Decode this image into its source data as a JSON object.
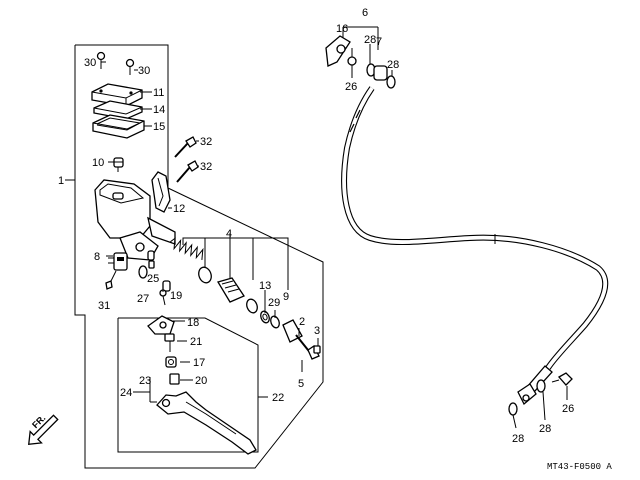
{
  "diagram": {
    "code": "MT43-F0500 A",
    "front_label": "FR.",
    "callouts": {
      "c1": "1",
      "c2": "2",
      "c3": "3",
      "c4": "4",
      "c5": "5",
      "c6": "6",
      "c7": "7",
      "c8": "8",
      "c9": "9",
      "c10": "10",
      "c11": "11",
      "c12": "12",
      "c13": "13",
      "c14": "14",
      "c15": "15",
      "c16": "16",
      "c17": "17",
      "c18": "18",
      "c19": "19",
      "c20": "20",
      "c21": "21",
      "c22": "22",
      "c23": "23",
      "c24": "24",
      "c25": "25",
      "c26a": "26",
      "c26b": "26",
      "c27": "27",
      "c28a": "28",
      "c28b": "28",
      "c28c": "28",
      "c28d": "28",
      "c29": "29",
      "c30a": "30",
      "c30b": "30",
      "c31": "31",
      "c32a": "32",
      "c32b": "32"
    }
  }
}
